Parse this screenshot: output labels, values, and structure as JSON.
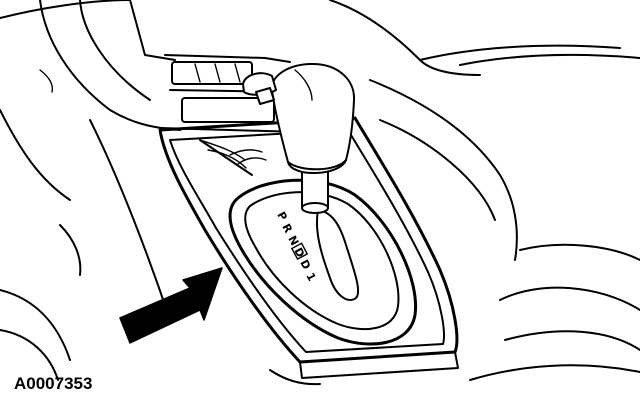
{
  "figure": {
    "id_label": "A0007353"
  },
  "selector": {
    "positions": [
      "P",
      "R",
      "N",
      "D",
      "D",
      "1"
    ]
  },
  "icons": {
    "pointer": "arrow-icon"
  }
}
